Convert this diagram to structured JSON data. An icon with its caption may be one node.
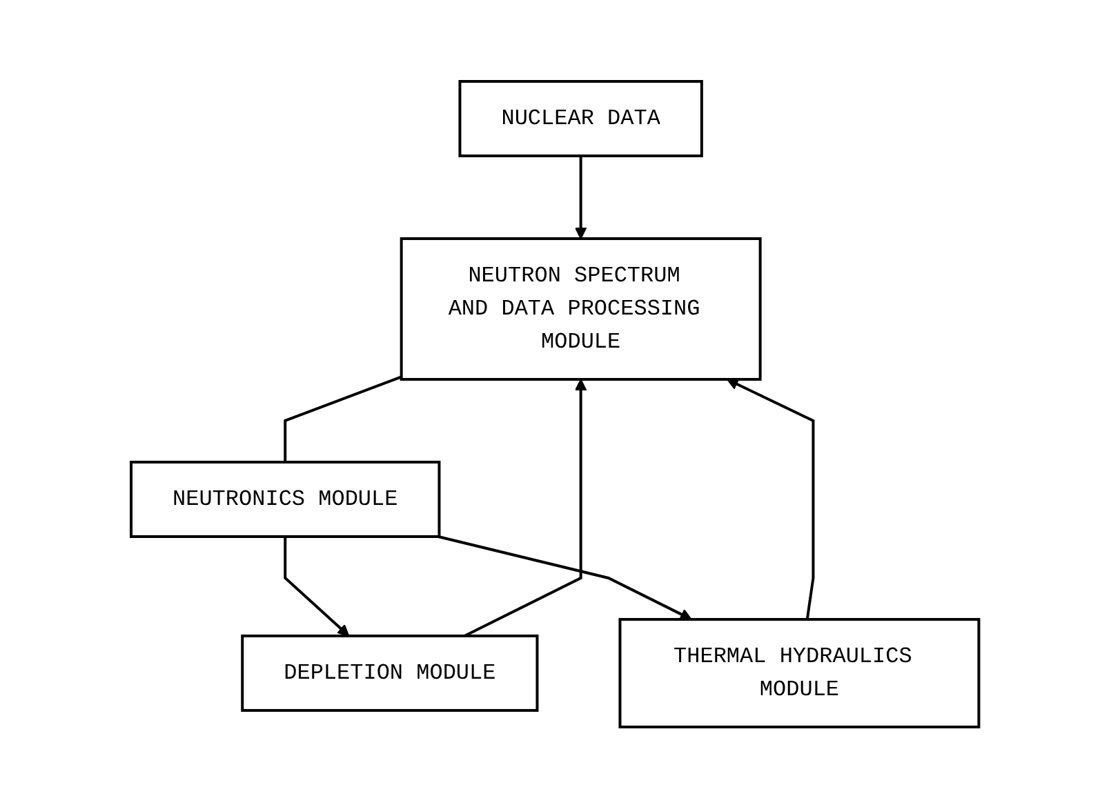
{
  "diagram": {
    "nodes": [
      {
        "text": [
          "NUCLEAR DATA"
        ]
      },
      {
        "text": [
          "NEUTRON SPECTRUM AND DATA PROCESSING MODULE"
        ]
      },
      {
        "text": [
          "NEUTRONICS MODULE"
        ]
      },
      {
        "text": [
          "DEPLETION MODULE"
        ]
      },
      {
        "text": [
          "THERMAL HYDRAULICS MODULE"
        ]
      }
    ],
    "edges": [
      {
        "from": 0,
        "to": 1,
        "arrow": "to"
      },
      {
        "from": 1,
        "to": 2,
        "arrow": "none"
      },
      {
        "from": 2,
        "to": 3,
        "arrow": "to"
      },
      {
        "from": 2,
        "to": 4,
        "arrow": "to"
      },
      {
        "from": 3,
        "to": 1,
        "arrow": "to"
      },
      {
        "from": 4,
        "to": 1,
        "arrow": "to"
      }
    ]
  }
}
